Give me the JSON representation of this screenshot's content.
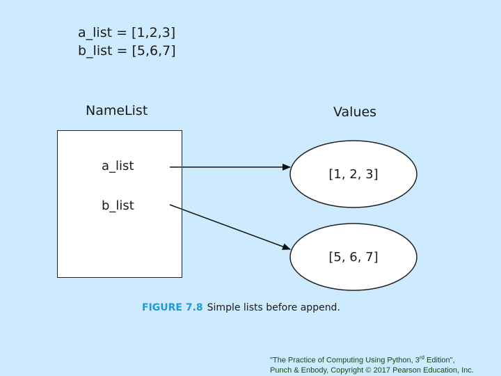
{
  "code": {
    "line1": "a_list = [1,2,3]",
    "line2": "b_list = [5,6,7]"
  },
  "namelist": {
    "heading": "NameList",
    "items": [
      "a_list",
      "b_list"
    ]
  },
  "values": {
    "heading": "Values",
    "items": [
      "[1, 2, 3]",
      "[5, 6, 7]"
    ]
  },
  "caption": {
    "label": "FIGURE 7.8",
    "text": "Simple lists before append."
  },
  "credit": {
    "line1_pre": "\"The Practice of Computing Using Python, 3",
    "line1_sup": "rd",
    "line1_post": " Edition\",",
    "line2": "Punch & Enbody, Copyright © 2017 Pearson Education, Inc."
  },
  "colors": {
    "background": "#cdeafe",
    "caption_label": "#1f9ad6",
    "credit_text": "#0f4d14"
  }
}
